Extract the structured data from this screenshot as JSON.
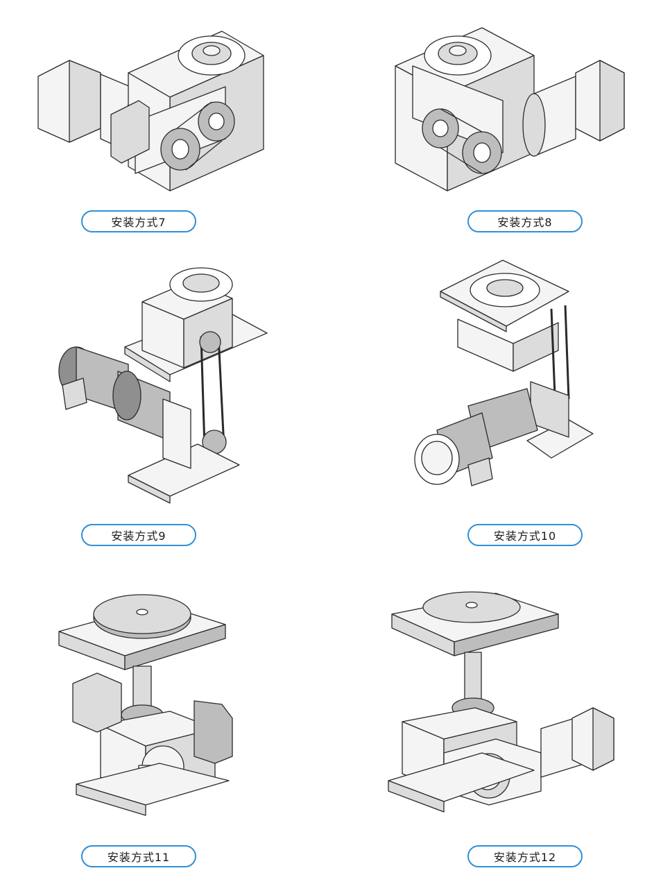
{
  "colors": {
    "label_border": "#2f8fd6",
    "outline": "#2a2a2a"
  },
  "figures": [
    {
      "id": "mode-7",
      "label": "安装方式7"
    },
    {
      "id": "mode-8",
      "label": "安装方式8"
    },
    {
      "id": "mode-9",
      "label": "安装方式9"
    },
    {
      "id": "mode-10",
      "label": "安装方式10"
    },
    {
      "id": "mode-11",
      "label": "安装方式11"
    },
    {
      "id": "mode-12",
      "label": "安装方式12"
    }
  ]
}
